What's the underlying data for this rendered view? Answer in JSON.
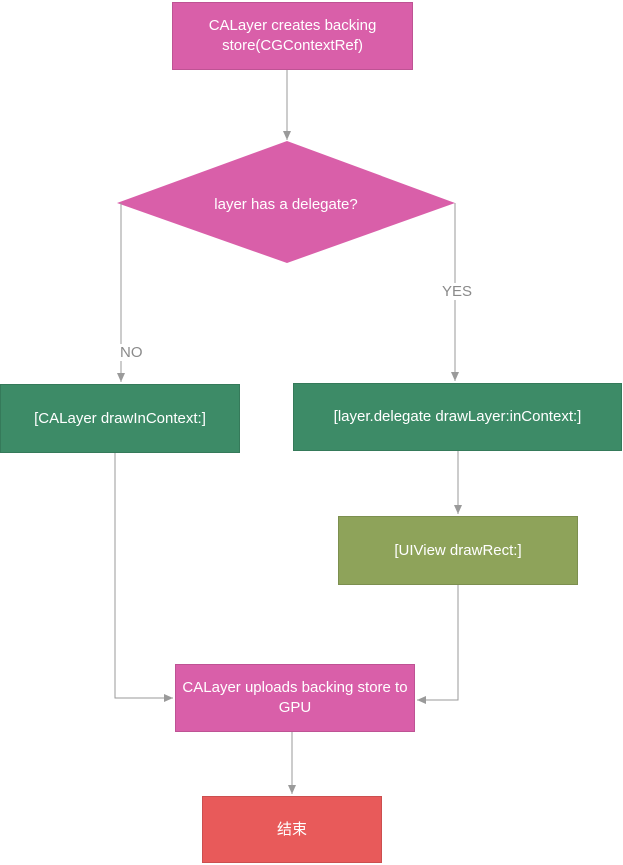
{
  "colors": {
    "pink": "#d95fa9",
    "green": "#3d8b67",
    "olive": "#8ea35a",
    "red": "#e85a5a",
    "connector": "#9a9a9a"
  },
  "nodes": {
    "start": "CALayer creates backing store(CGContextRef)",
    "decision": "layer has a delegate?",
    "draw_in_context": "[CALayer drawInContext:]",
    "delegate_draw": "[layer.delegate drawLayer:inContext:]",
    "uiview_draw": "[UIView drawRect:]",
    "upload": "CALayer uploads backing store to GPU",
    "end": "结束"
  },
  "edges": {
    "yes_label": "YES",
    "no_label": "NO"
  }
}
